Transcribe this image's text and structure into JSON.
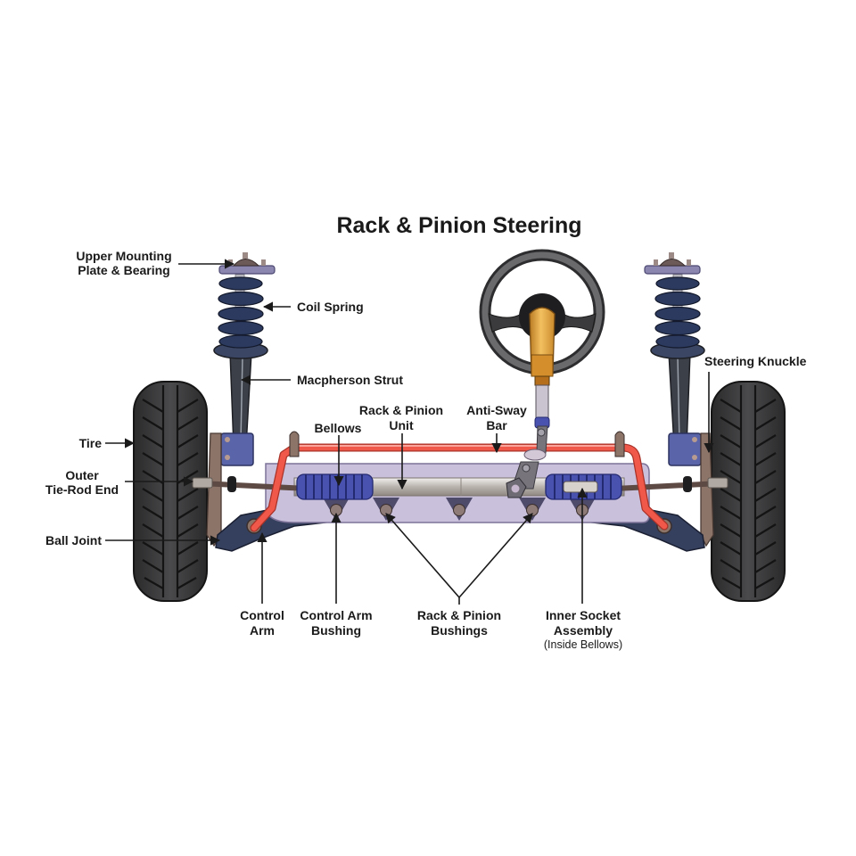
{
  "title": "Rack & Pinion Steering",
  "colors": {
    "background": "#ffffff",
    "text": "#1a1a1a",
    "coil_spring": "#2b3a5e",
    "strut_body": "#3c4048",
    "mount_plate": "#8a86b0",
    "knuckle_bracket": "#5a64a8",
    "knuckle": "#8c7468",
    "tire": "#3d3d3f",
    "tread_groove": "#141414",
    "sway_bar": "#f0584a",
    "rack_housing": "#c9c0dc",
    "rack_tube": "#b9b3ad",
    "bellows": "#4a52b0",
    "bushing": "#8e7b78",
    "control_arm": "#35405e",
    "tie_rod": "#5e4a44",
    "steering_wheel": "#4a4a4c",
    "steering_column": "#e0a23c",
    "orange_accent": "#f2a025"
  },
  "labels": {
    "upper_mount": [
      "Upper Mounting",
      "Plate & Bearing"
    ],
    "coil_spring": "Coil Spring",
    "macpherson_strut": "Macpherson Strut",
    "rack_pinion_unit": [
      "Rack & Pinion",
      "Unit"
    ],
    "anti_sway_bar": [
      "Anti-Sway",
      "Bar"
    ],
    "bellows": "Bellows",
    "steering_knuckle": "Steering Knuckle",
    "tire": "Tire",
    "outer_tie_rod_end": [
      "Outer",
      "Tie-Rod End"
    ],
    "ball_joint": "Ball Joint",
    "control_arm": [
      "Control",
      "Arm"
    ],
    "control_arm_bushing": [
      "Control Arm",
      "Bushing"
    ],
    "rack_pinion_bushings": [
      "Rack & Pinion",
      "Bushings"
    ],
    "inner_socket_assembly": [
      "Inner Socket",
      "Assembly"
    ],
    "inner_socket_note": "(Inside Bellows)"
  }
}
